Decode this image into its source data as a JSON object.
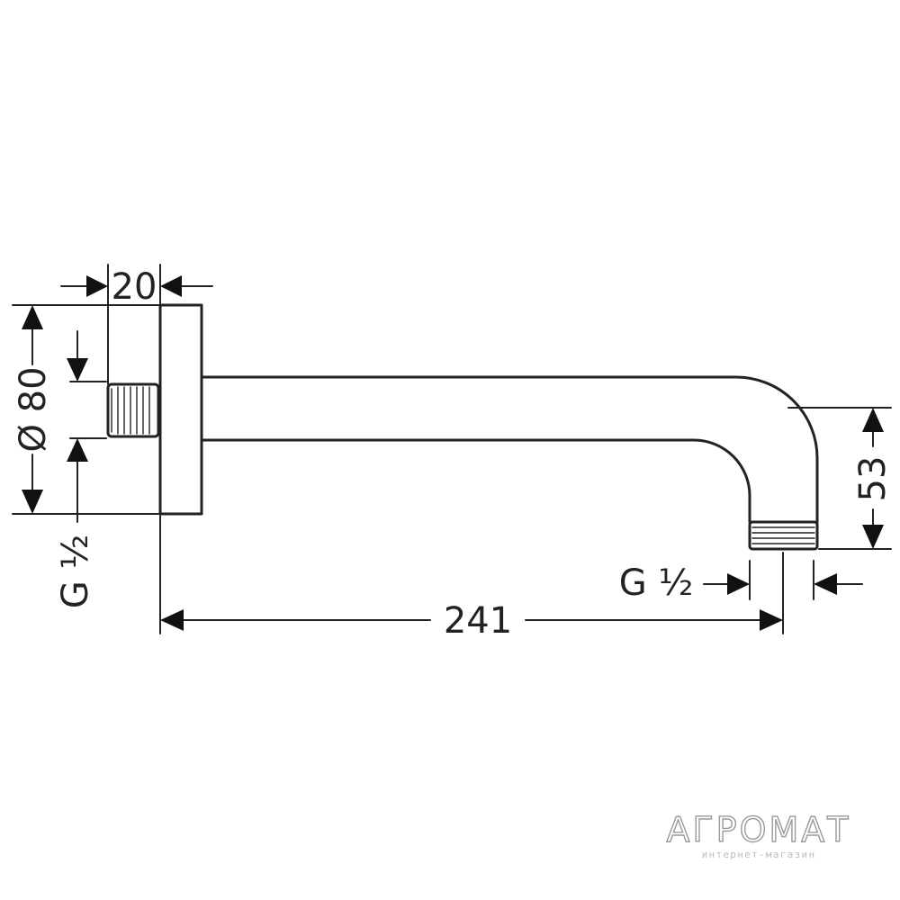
{
  "dimensions": {
    "flange_depth": "20",
    "flange_diameter": "Ø 80",
    "thread_wall": "G ½",
    "arm_length": "241",
    "drop_height": "53",
    "thread_outlet": "G ½"
  },
  "watermark": {
    "brand": "АГРОМАТ",
    "tagline": "интернет-магазин"
  }
}
